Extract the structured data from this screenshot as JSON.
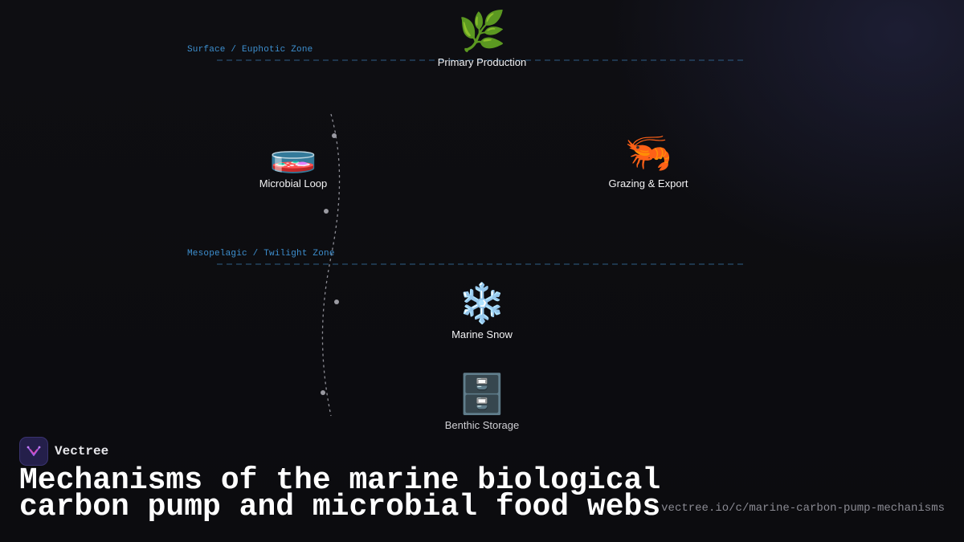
{
  "diagram": {
    "zones": [
      {
        "label": "Surface / Euphotic Zone"
      },
      {
        "label": "Mesopelagic / Twilight Zone"
      }
    ],
    "nodes": [
      {
        "id": "primary-production",
        "icon": "herb-icon",
        "glyph": "🌿",
        "label": "Primary Production"
      },
      {
        "id": "microbial-loop",
        "icon": "petri-dish-icon",
        "glyph": "🧫",
        "label": "Microbial Loop"
      },
      {
        "id": "grazing-export",
        "icon": "shrimp-icon",
        "glyph": "🦐",
        "label": "Grazing & Export"
      },
      {
        "id": "marine-snow",
        "icon": "snowflake-icon",
        "glyph": "❄️",
        "label": "Marine Snow"
      },
      {
        "id": "benthic-storage",
        "icon": "file-cabinet-icon",
        "glyph": "🗄️",
        "label": "Benthic Storage"
      }
    ],
    "colors": {
      "zone_label": "#3d8fcf",
      "zone_line": "#2e5f88",
      "flow_line": "#8d8d95",
      "background": "#0e0e12"
    }
  },
  "footer": {
    "brand_name": "Vectree",
    "title": "Mechanisms of the marine biological carbon pump and microbial food webs",
    "url": "vectree.io/c/marine-carbon-pump-mechanisms"
  }
}
